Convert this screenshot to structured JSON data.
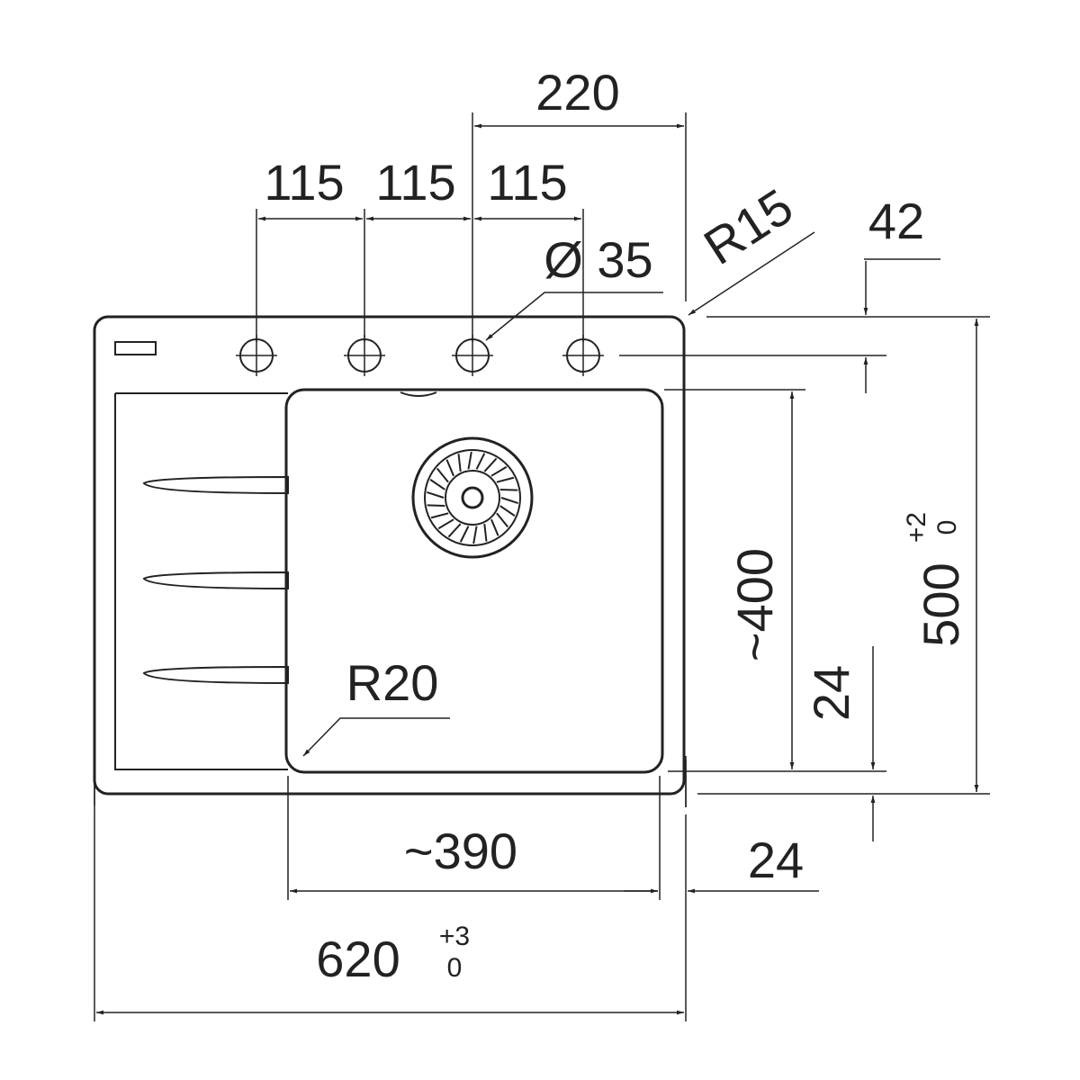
{
  "diagram": {
    "title": "Sink technical drawing",
    "colors": {
      "line": "#222222",
      "background": "#ffffff"
    }
  },
  "dims": {
    "d220": "220",
    "d115a": "115",
    "d115b": "115",
    "d115c": "115",
    "dia35": "Ø 35",
    "r15": "R15",
    "d42": "42",
    "d400": "~400",
    "d500": "500",
    "d500_tol_upper": "+2",
    "d500_tol_lower": "0",
    "d24v": "24",
    "r20": "R20",
    "d390": "~390",
    "d24h": "24",
    "d620": "620",
    "d620_tol_upper": "+3",
    "d620_tol_lower": "0"
  }
}
